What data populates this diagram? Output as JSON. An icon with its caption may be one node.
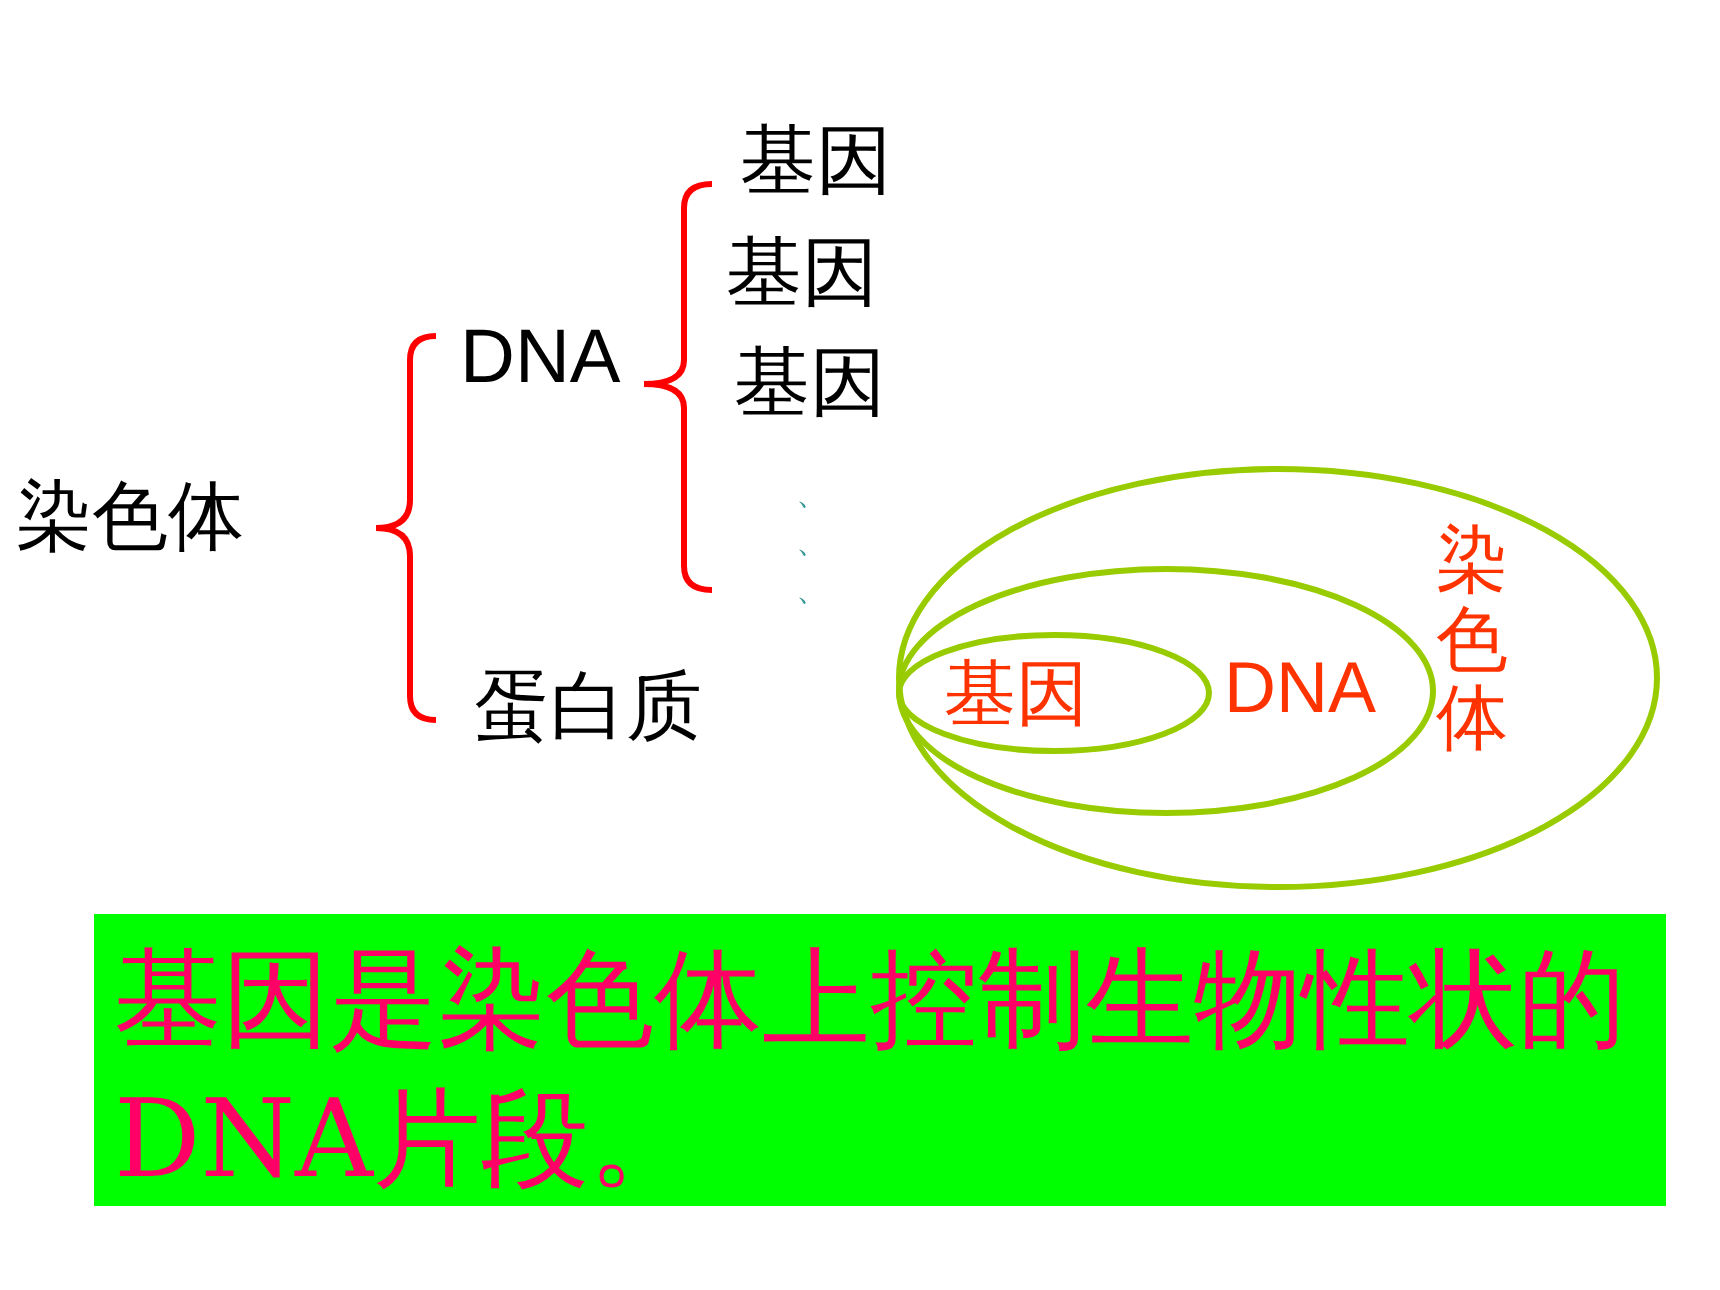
{
  "diagram": {
    "nodes": [
      {
        "text": [
          "染色体"
        ]
      },
      {
        "text": [
          "DNA"
        ],
        "in": 0
      },
      {
        "text": [
          "基因"
        ],
        "in": 1
      },
      {
        "text": [
          "基因是染色体上控制生物性状的DNA片段。"
        ]
      }
    ],
    "labels": [
      "基因",
      "基因",
      "DNA",
      "基因",
      "染色体",
      "、",
      "、",
      "、",
      "蛋白质"
    ]
  }
}
